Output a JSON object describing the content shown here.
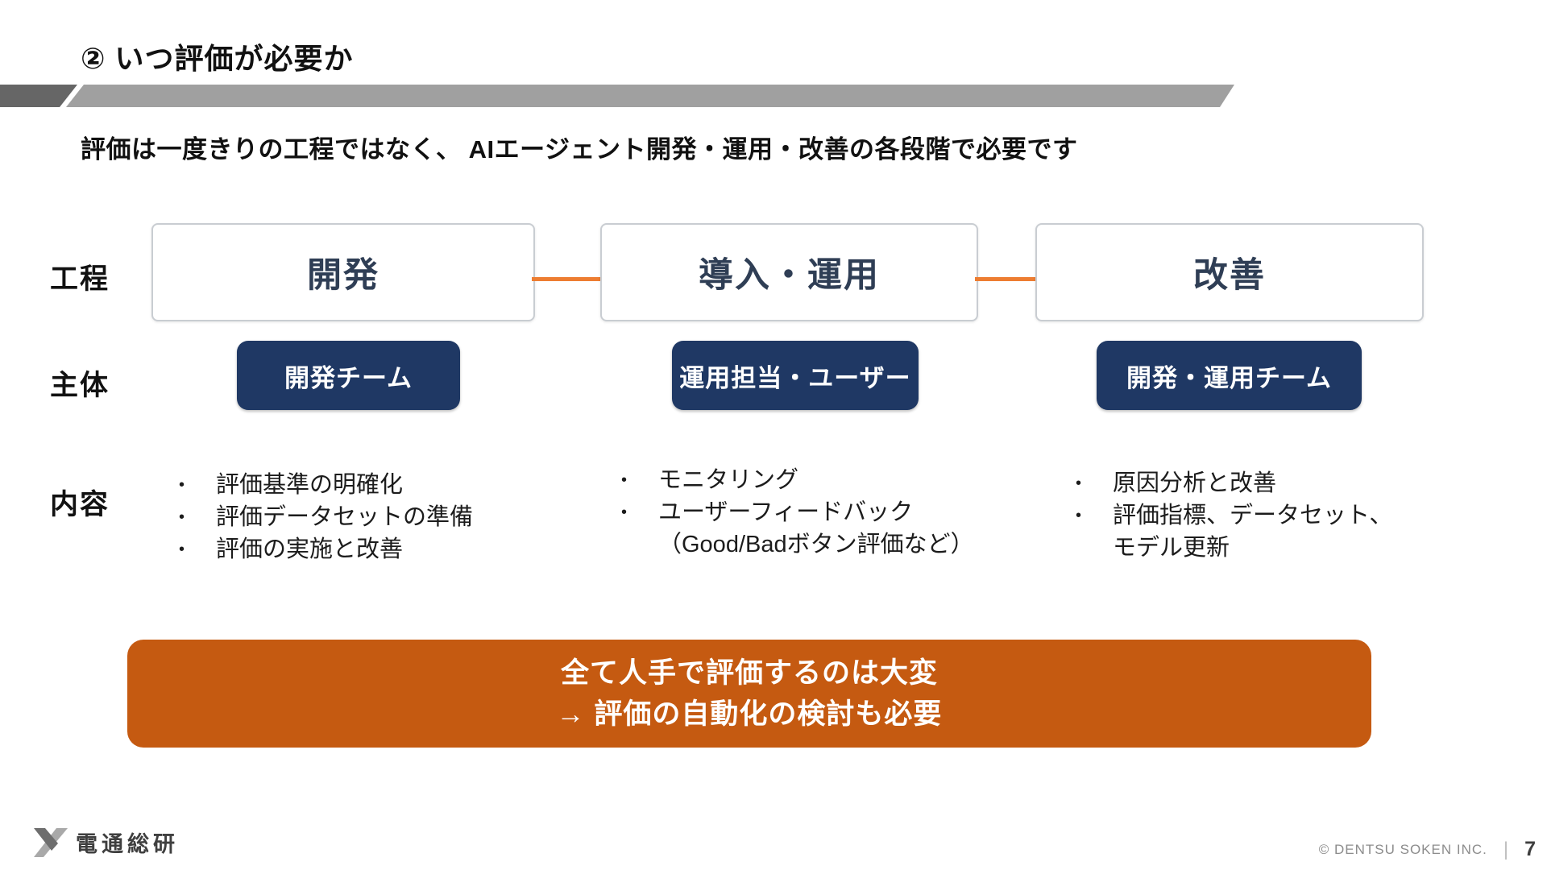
{
  "title": "② いつ評価が必要か",
  "subtitle": "評価は一度きりの工程ではなく、 AIエージェント開発・運用・改善の各段階で必要です",
  "labels": {
    "process": "工程",
    "subject": "主体",
    "content": "内容"
  },
  "stages": [
    {
      "name": "開発",
      "team": "開発チーム"
    },
    {
      "name": "導入・運用",
      "team": "運用担当・ユーザー"
    },
    {
      "name": "改善",
      "team": "開発・運用チーム"
    }
  ],
  "bullets": {
    "col1": [
      {
        "text": "評価基準の明確化"
      },
      {
        "text": "評価データセットの準備"
      },
      {
        "text": "評価の実施と改善"
      }
    ],
    "col2": [
      {
        "text": "モニタリング"
      },
      {
        "text": "ユーザーフィードバック"
      },
      {
        "text": "（Good/Badボタン評価など）"
      }
    ],
    "col3": [
      {
        "text": "原因分析と改善"
      },
      {
        "text": "評価指標、データセット、"
      },
      {
        "text": "モデル更新"
      }
    ]
  },
  "callout": {
    "line1": "全て人手で評価するのは大変",
    "line2": "→ 評価の自動化の検討も必要"
  },
  "footer": {
    "logo_text": "電通総研",
    "copyright": "© DENTSU SOKEN INC.",
    "divider": "|",
    "page": "7"
  },
  "colors": {
    "navy": "#1f3864",
    "callout_orange": "#c55a11",
    "connector_orange": "#ed7d31",
    "bar_light_gray": "#a0a0a0",
    "bar_dark_gray": "#666666",
    "process_text": "#2f3e55"
  }
}
